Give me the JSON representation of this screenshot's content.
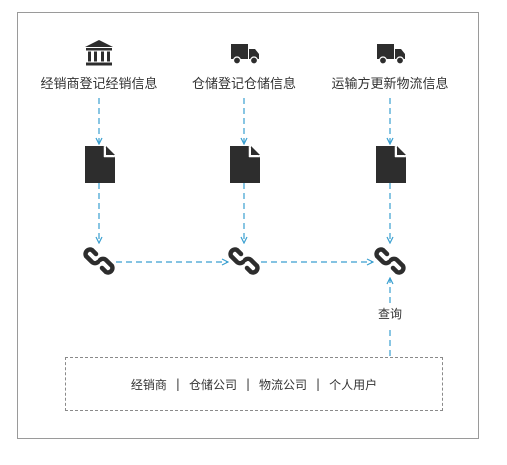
{
  "colors": {
    "arrow": "#3a9fd0",
    "icon": "#2d2d2d",
    "frame": "#9a9a9a",
    "text": "#333333"
  },
  "columns": [
    {
      "icon": "bank-icon",
      "label": "经销商登记经销信息"
    },
    {
      "icon": "truck-icon",
      "label": "仓储登记仓储信息"
    },
    {
      "icon": "truck-icon",
      "label": "运输方更新物流信息"
    }
  ],
  "query_label": "查询",
  "users": [
    "经销商",
    "仓储公司",
    "物流公司",
    "个人用户"
  ],
  "separator": "|"
}
